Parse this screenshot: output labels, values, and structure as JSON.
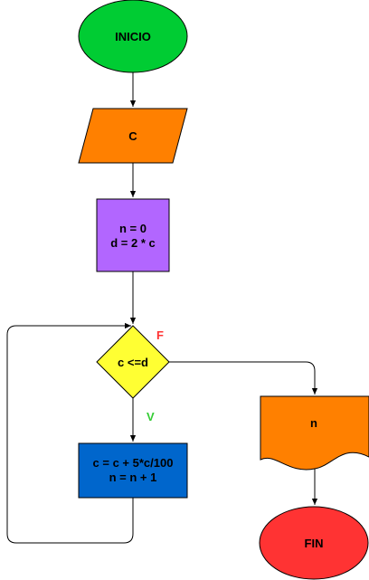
{
  "nodes": {
    "start": {
      "label": "INICIO",
      "color": "#00cc33"
    },
    "input": {
      "label": "C",
      "color": "#ff8000"
    },
    "init": {
      "line1": "n = 0",
      "line2": "d = 2 * c",
      "color": "#b266ff"
    },
    "decision": {
      "label": "c <=d",
      "color": "#ffff33"
    },
    "loop_body": {
      "line1": "c =  c + 5*c/100",
      "line2": "n = n + 1",
      "color": "#0066cc"
    },
    "output": {
      "label": "n",
      "color": "#ff8000"
    },
    "end": {
      "label": "FIN",
      "color": "#ff3333"
    }
  },
  "edge_labels": {
    "false": {
      "text": "F",
      "color": "#ff3333"
    },
    "true": {
      "text": "V",
      "color": "#33cc33"
    }
  }
}
